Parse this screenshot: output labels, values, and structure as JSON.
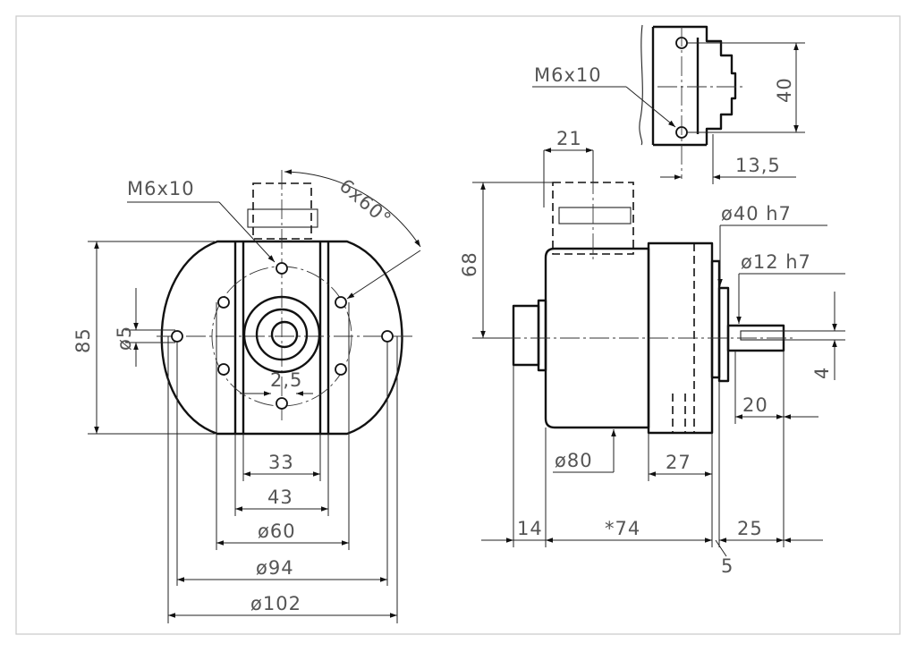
{
  "front_view": {
    "thread_note": "M6x10",
    "bolt_pattern": "6x60°",
    "height": "85",
    "hole_dia": "ø5",
    "offset": "2,5",
    "width_33": "33",
    "width_43": "43",
    "dia_60": "ø60",
    "dia_94": "ø94",
    "dia_102": "ø102"
  },
  "side_view": {
    "box_width": "21",
    "height_68": "68",
    "pilot_dia": "ø40 h7",
    "shaft_dia": "ø12 h7",
    "key_height": "4",
    "key_length": "20",
    "body_dia": "ø80",
    "flange_depth": "27",
    "rear_length": "14",
    "body_length": "*74",
    "flange_thickness": "5",
    "shaft_length": "25"
  },
  "detail_view": {
    "thread_note": "M6x10",
    "hole_spacing": "40",
    "edge_offset": "13,5"
  }
}
